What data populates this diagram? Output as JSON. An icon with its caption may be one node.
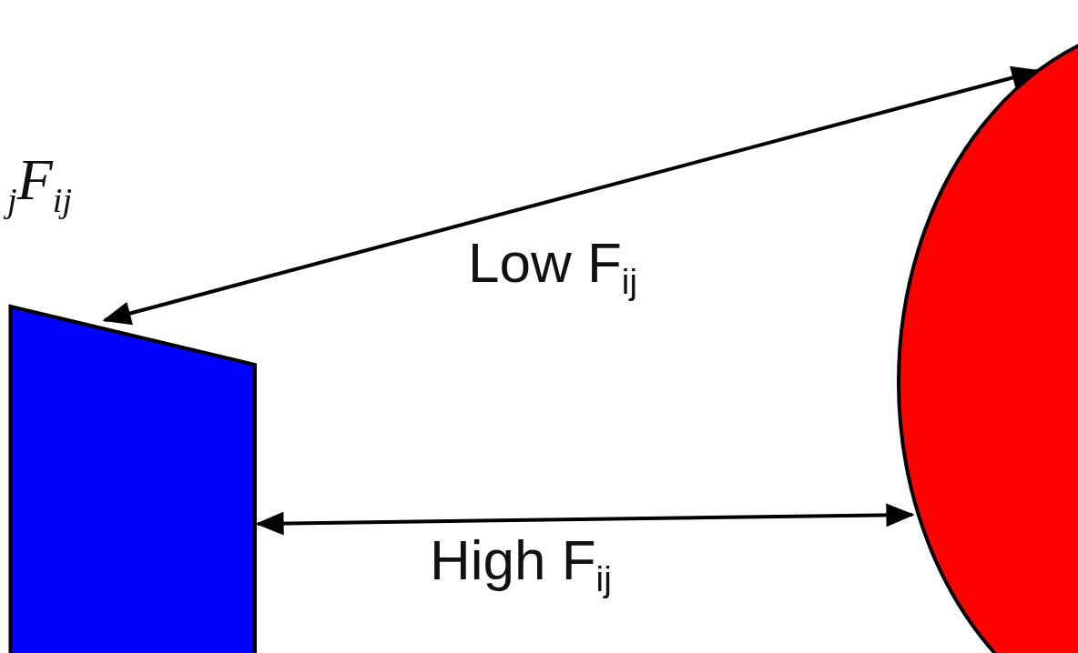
{
  "diagram": {
    "nodes": [
      {
        "text": [],
        "shape": "box"
      },
      {
        "text": [],
        "shape": "circle"
      }
    ],
    "edges": [
      {
        "from": 1,
        "to": 0,
        "arrow": "both",
        "label": "Low F$_{ij}$"
      },
      {
        "from": 0,
        "to": 1,
        "arrow": "both",
        "label": "High F$_{ij}$"
      }
    ],
    "labels": [
      "$_{j}$F$_{ij}$"
    ]
  }
}
